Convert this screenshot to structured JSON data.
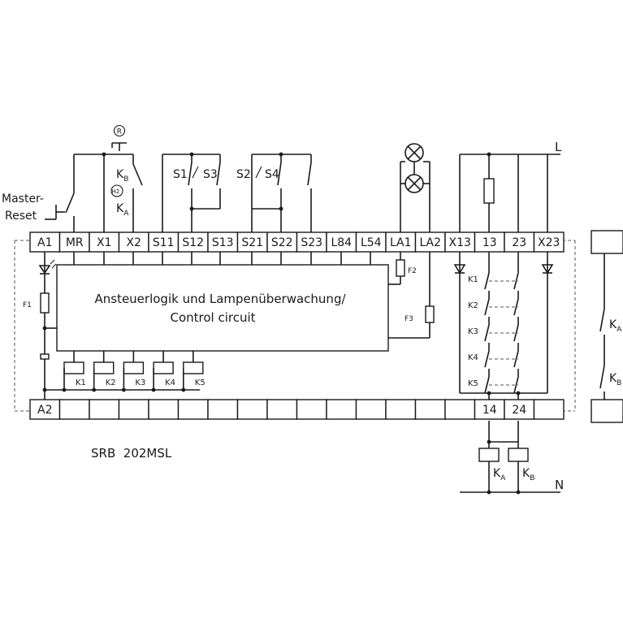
{
  "left_label": {
    "line1": "Master-",
    "line2": "Reset"
  },
  "reset_symbol": "R",
  "h2_symbol": "H2",
  "kb_label": {
    "main": "K",
    "sub": "B"
  },
  "ka_label": {
    "main": "K",
    "sub": "A"
  },
  "switch_labels": {
    "s1": "S1",
    "s3": "S3",
    "s2": "S2",
    "s4": "S4"
  },
  "top_terminals": [
    "A1",
    "MR",
    "X1",
    "X2",
    "S11",
    "S12",
    "S13",
    "S21",
    "S22",
    "S23",
    "L84",
    "L54",
    "LA1",
    "LA2",
    "X13",
    "13",
    "23",
    "X23"
  ],
  "bottom_terminals": [
    "A2",
    "",
    "",
    "",
    "",
    "",
    "",
    "",
    "",
    "",
    "",
    "",
    "",
    "",
    "",
    "14",
    "24",
    ""
  ],
  "logic_block": {
    "line1": "Ansteuerlogik und Lampenüberwachung/",
    "line2": "Control circuit"
  },
  "fuses": {
    "f1": "F1",
    "f2": "F2",
    "f3": "F3"
  },
  "relays": [
    "K1",
    "K2",
    "K3",
    "K4",
    "K5"
  ],
  "contact_labels": [
    "K1",
    "K2",
    "K3",
    "K4",
    "K5"
  ],
  "phase_label": "L",
  "neutral_label": "N",
  "model_label": "SRB  202MSL",
  "right_contacts": [
    {
      "main": "K",
      "sub": "A"
    },
    {
      "main": "K",
      "sub": "B"
    }
  ],
  "coils": [
    {
      "main": "K",
      "sub": "A"
    },
    {
      "main": "K",
      "sub": "B"
    }
  ]
}
